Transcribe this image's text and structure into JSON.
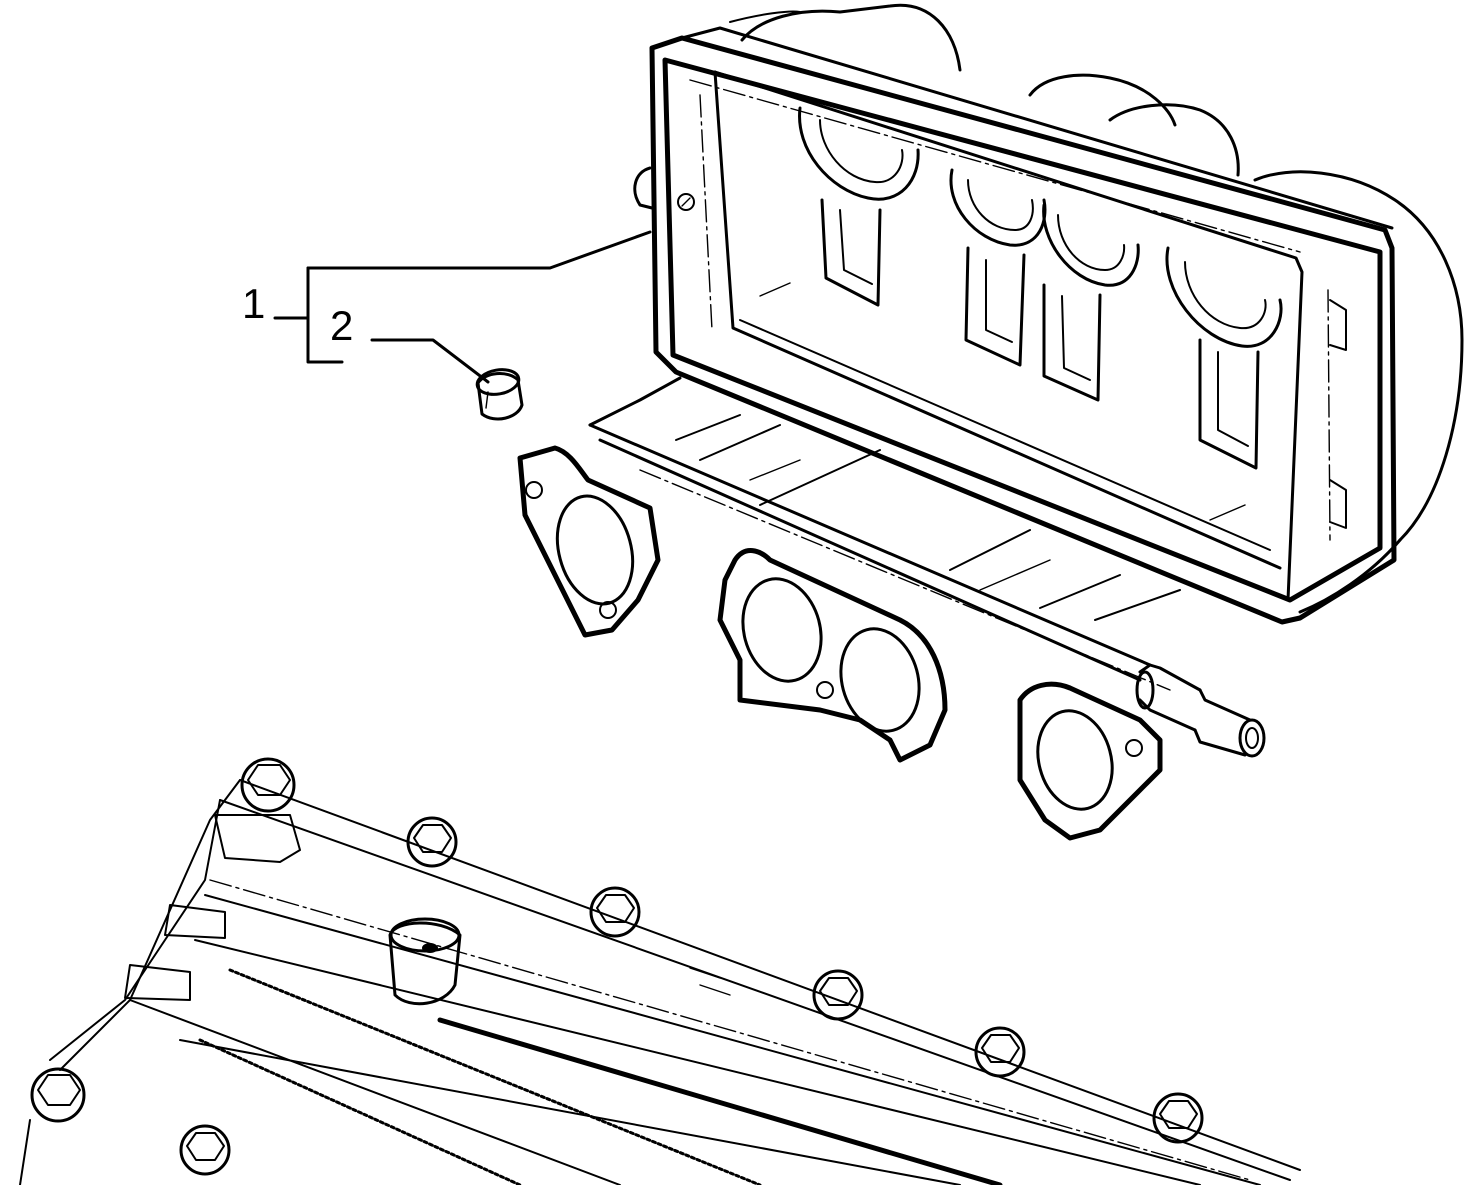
{
  "diagram": {
    "callouts": [
      {
        "id": "1",
        "label": "1"
      },
      {
        "id": "2",
        "label": "2"
      }
    ],
    "colors": {
      "ink": "#000000",
      "background": "#ffffff"
    }
  }
}
